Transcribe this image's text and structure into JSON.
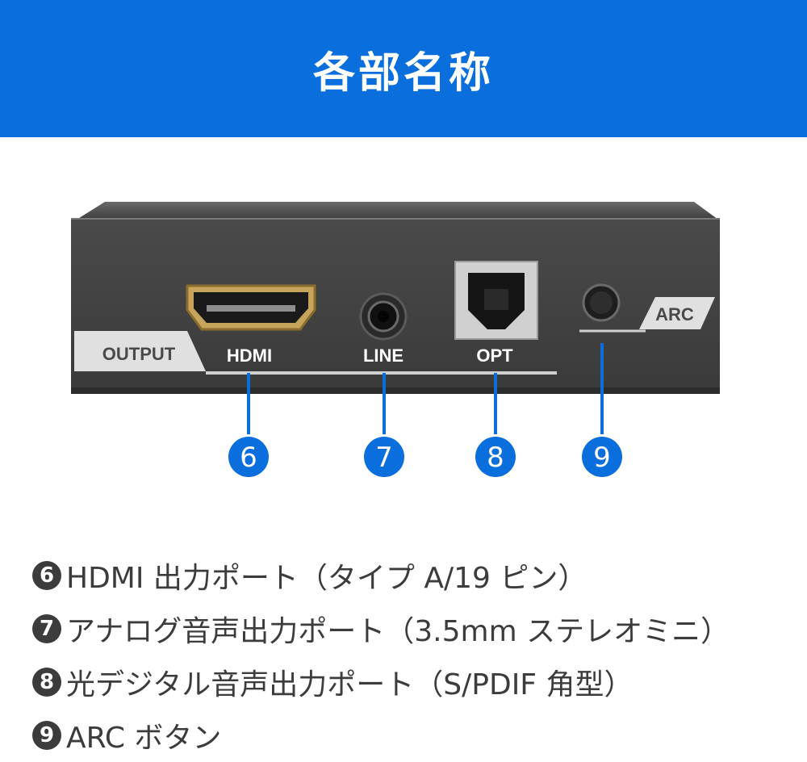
{
  "header": {
    "title": "各部名称",
    "background": "#0a6fdc"
  },
  "device": {
    "panel_label": "OUTPUT",
    "port_labels": {
      "hdmi": "HDMI",
      "line": "LINE",
      "opt": "OPT",
      "arc": "ARC"
    }
  },
  "callouts": [
    {
      "number": "6",
      "icon": "callout-circle"
    },
    {
      "number": "7",
      "icon": "callout-circle"
    },
    {
      "number": "8",
      "icon": "callout-circle"
    },
    {
      "number": "9",
      "icon": "callout-circle"
    }
  ],
  "callout_color": "#0a6fdc",
  "descriptions": [
    {
      "number": "6",
      "text": "HDMI 出力ポート（タイプ A/19 ピン）"
    },
    {
      "number": "7",
      "text": "アナログ音声出力ポート（3.5mm ステレオミニ）"
    },
    {
      "number": "8",
      "text": "光デジタル音声出力ポート（S/PDIF 角型）"
    },
    {
      "number": "9",
      "text": "ARC ボタン"
    }
  ]
}
